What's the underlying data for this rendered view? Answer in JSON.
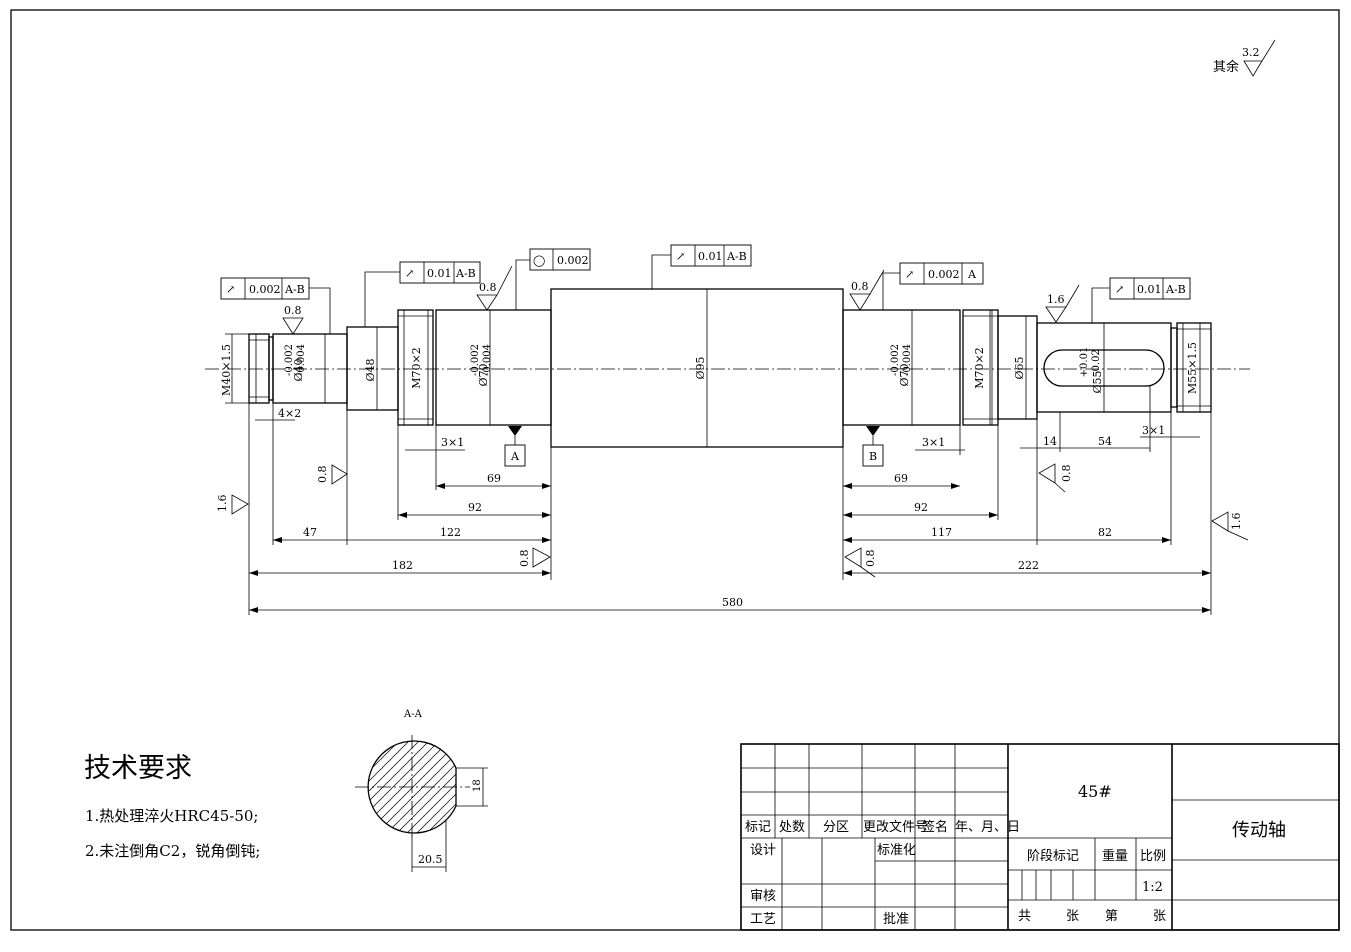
{
  "surface_finish": {
    "rest_label": "其余",
    "rest_value": "3.2"
  },
  "tolerance_frames": [
    {
      "sym": "↗",
      "val": "0.002",
      "datum": "A-B"
    },
    {
      "sym": "↗",
      "val": "0.01",
      "datum": "A-B"
    },
    {
      "sym": "◯",
      "val": "0.002",
      "datum": ""
    },
    {
      "sym": "↗",
      "val": "0.01",
      "datum": "A-B"
    },
    {
      "sym": "↗",
      "val": "0.002",
      "datum": "A"
    },
    {
      "sym": "↗",
      "val": "0.01",
      "datum": "A-B"
    }
  ],
  "roughness": [
    "0.8",
    "0.8",
    "0.8",
    "1.6",
    "0.8",
    "0.8",
    "0.8",
    "0.8",
    "1.6",
    "1.6"
  ],
  "datums": [
    "A",
    "B"
  ],
  "diameters": {
    "d_m40": "M40×1.5",
    "d_40": "Ø40",
    "d_40_tol_up": "-0.002",
    "d_40_tol_lo": "-0.004",
    "d_48": "Ø48",
    "d_m70a": "M70×2",
    "d_70a": "Ø70",
    "d_70a_tol_up": "-0.002",
    "d_70a_tol_lo": "-0.004",
    "d_95": "Ø95",
    "d_70b": "Ø70",
    "d_70b_tol_up": "-0.002",
    "d_70b_tol_lo": "-0.004",
    "d_m70b": "M70×2",
    "d_65": "Ø65",
    "d_55": "Ø55",
    "d_55_tol_up": "+0.01",
    "d_55_tol_lo": "-0.02",
    "d_m55": "M55×1.5"
  },
  "lengths": {
    "l_4x2": "4×2",
    "l_3x1_a": "3×1",
    "l_69_a": "69",
    "l_92_a": "92",
    "l_47": "47",
    "l_122": "122",
    "l_182": "182",
    "l_3x1_b": "3×1",
    "l_69_b": "69",
    "l_92_b": "92",
    "l_117": "117",
    "l_222": "222",
    "l_14": "14",
    "l_54": "54",
    "l_3x1_c": "3×1",
    "l_82": "82",
    "l_580": "580"
  },
  "section": {
    "label": "A-A",
    "dim_h": "18",
    "dim_w": "20.5"
  },
  "requirements": {
    "title": "技术要求",
    "items": [
      "1.热处理淬火HRC45-50;",
      "2.未注倒角C2，锐角倒钝;"
    ]
  },
  "title_block": {
    "col_headers": [
      "标记",
      "处数",
      "分区",
      "更改文件号",
      "签名",
      "年、月、日"
    ],
    "design": "设计",
    "standard": "标准化",
    "review": "审核",
    "process": "工艺",
    "approve": "批准",
    "material": "45#",
    "stage": "阶段标记",
    "weight": "重量",
    "ratio": "比例",
    "ratio_val": "1:2",
    "total": "共",
    "sheet_unit": "张",
    "sheet_no": "第",
    "sheet_unit2": "张",
    "part_name": "传动轴"
  }
}
